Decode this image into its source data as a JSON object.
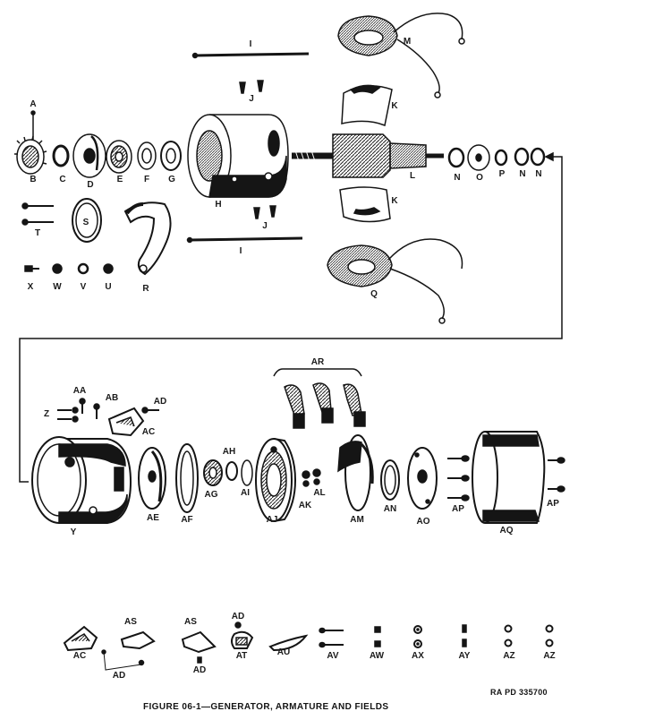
{
  "caption": "FIGURE 06-1—GENERATOR, ARMATURE AND FIELDS",
  "plate_number": "RA PD 335700",
  "labels": [
    {
      "key": "A",
      "text": "A"
    },
    {
      "key": "B",
      "text": "B"
    },
    {
      "key": "C",
      "text": "C"
    },
    {
      "key": "D",
      "text": "D"
    },
    {
      "key": "E",
      "text": "E"
    },
    {
      "key": "F",
      "text": "F"
    },
    {
      "key": "G",
      "text": "G"
    },
    {
      "key": "H",
      "text": "H"
    },
    {
      "key": "I_top",
      "text": "I"
    },
    {
      "key": "I_bot",
      "text": "I"
    },
    {
      "key": "J_top",
      "text": "J"
    },
    {
      "key": "J_bot",
      "text": "J"
    },
    {
      "key": "K_top",
      "text": "K"
    },
    {
      "key": "K_bot",
      "text": "K"
    },
    {
      "key": "L",
      "text": "L"
    },
    {
      "key": "M",
      "text": "M"
    },
    {
      "key": "N1",
      "text": "N"
    },
    {
      "key": "O",
      "text": "O"
    },
    {
      "key": "P",
      "text": "P"
    },
    {
      "key": "N2",
      "text": "N"
    },
    {
      "key": "N3",
      "text": "N"
    },
    {
      "key": "Q",
      "text": "Q"
    },
    {
      "key": "R",
      "text": "R"
    },
    {
      "key": "S",
      "text": "S"
    },
    {
      "key": "T",
      "text": "T"
    },
    {
      "key": "U",
      "text": "U"
    },
    {
      "key": "V",
      "text": "V"
    },
    {
      "key": "W",
      "text": "W"
    },
    {
      "key": "X",
      "text": "X"
    },
    {
      "key": "Y",
      "text": "Y"
    },
    {
      "key": "Z",
      "text": "Z"
    },
    {
      "key": "AA",
      "text": "AA"
    },
    {
      "key": "AB",
      "text": "AB"
    },
    {
      "key": "AD1",
      "text": "AD"
    },
    {
      "key": "AC1",
      "text": "AC"
    },
    {
      "key": "AE",
      "text": "AE"
    },
    {
      "key": "AF",
      "text": "AF"
    },
    {
      "key": "AG",
      "text": "AG"
    },
    {
      "key": "AH",
      "text": "AH"
    },
    {
      "key": "AI",
      "text": "AI"
    },
    {
      "key": "AJ",
      "text": "AJ"
    },
    {
      "key": "AK",
      "text": "AK"
    },
    {
      "key": "AL",
      "text": "AL"
    },
    {
      "key": "AM",
      "text": "AM"
    },
    {
      "key": "AN",
      "text": "AN"
    },
    {
      "key": "AO",
      "text": "AO"
    },
    {
      "key": "AP1",
      "text": "AP"
    },
    {
      "key": "AQ",
      "text": "AQ"
    },
    {
      "key": "AP2",
      "text": "AP"
    },
    {
      "key": "AR",
      "text": "AR"
    },
    {
      "key": "AC2",
      "text": "AC"
    },
    {
      "key": "AD2",
      "text": "AD"
    },
    {
      "key": "AS1",
      "text": "AS"
    },
    {
      "key": "AS2",
      "text": "AS"
    },
    {
      "key": "AD3",
      "text": "AD"
    },
    {
      "key": "AD4",
      "text": "AD"
    },
    {
      "key": "AT",
      "text": "AT"
    },
    {
      "key": "AU",
      "text": "AU"
    },
    {
      "key": "AV",
      "text": "AV"
    },
    {
      "key": "AW",
      "text": "AW"
    },
    {
      "key": "AX",
      "text": "AX"
    },
    {
      "key": "AY",
      "text": "AY"
    },
    {
      "key": "AZ1",
      "text": "AZ"
    },
    {
      "key": "AZ2",
      "text": "AZ"
    }
  ]
}
